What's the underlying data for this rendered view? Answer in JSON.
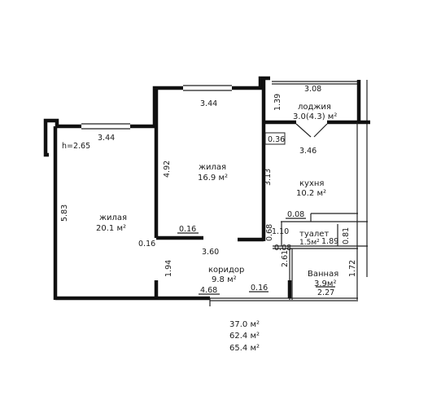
{
  "plan": {
    "ceiling_height": "h=2.65",
    "dims": {
      "top_left_width": "3.44",
      "top_mid_width": "3.44",
      "top_right_width": "3.08",
      "loggia_depth": "1.39",
      "left_height": "5.83",
      "mid_height": "4.92",
      "kitchen_depth": "3.13",
      "kitchen_width": "3.46",
      "loggia_offset": "0.36",
      "stub_a": "0.16",
      "stub_b": "0.16",
      "corridor_width": "3.60",
      "corridor_height": "1.94",
      "bottom_width": "4.68",
      "bottom_stub": "0.16",
      "corridor_depth": "0.68",
      "toilet_wall": "1.10",
      "toilet_top": "0.08",
      "toilet_bottom": "0.08",
      "toilet_width": "1.89",
      "toilet_depth": "0.81",
      "bath_height_left": "2.61",
      "bath_width": "2.27",
      "bath_height_right": "1.72"
    },
    "rooms": {
      "living1": {
        "name": "жилая",
        "area": "20.1 м²"
      },
      "living2": {
        "name": "жилая",
        "area": "16.9 м²"
      },
      "loggia": {
        "name": "лоджия",
        "area": "3.0(4.3) м²"
      },
      "kitchen": {
        "name": "кухня",
        "area": "10.2 м²"
      },
      "corridor": {
        "name": "коридор",
        "area": "9.8 м²"
      },
      "toilet": {
        "name": "туалет",
        "area": "1.5м²"
      },
      "bath": {
        "name": "Ванная",
        "area": "3.9м²"
      }
    },
    "totals": [
      "37.0 м²",
      "62.4 м²",
      "65.4 м²"
    ]
  }
}
